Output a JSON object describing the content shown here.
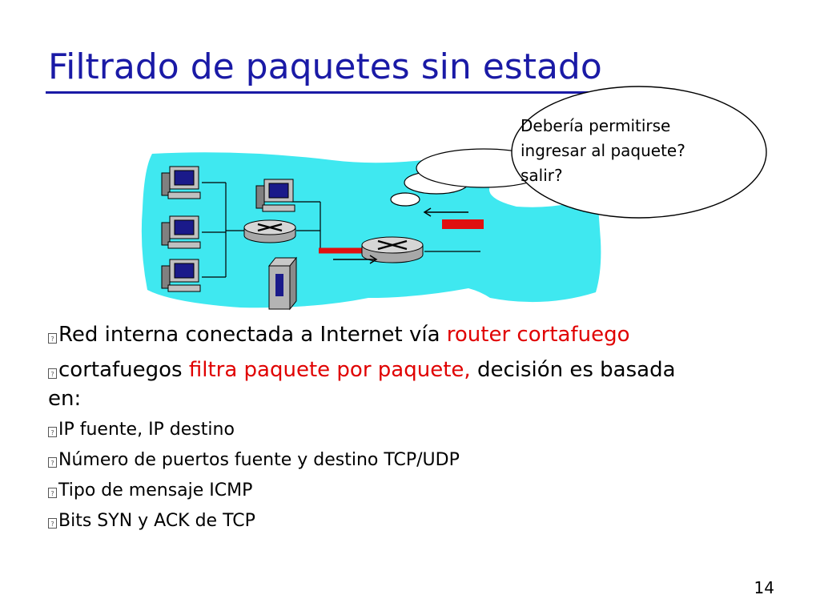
{
  "slide": {
    "title": "Filtrado de paquetes sin estado",
    "page_number": "14"
  },
  "diagram": {
    "thought_bubble": {
      "line1": "Debería permitirse",
      "line2": "ingresar al paquete?",
      "line3": "salir?"
    },
    "colors": {
      "network_fill": "#3fe8f0",
      "packet": "#e01010",
      "link": "#000000"
    }
  },
  "bullets": [
    {
      "segments": [
        {
          "text": "Red interna conectada a Internet vía ",
          "color": "default"
        },
        {
          "text": "router cortafuego",
          "color": "red"
        }
      ]
    },
    {
      "segments": [
        {
          "text": "cortafuegos ",
          "color": "default"
        },
        {
          "text": "filtra paquete por paquete, ",
          "color": "red"
        },
        {
          "text": "decisión es basada en:",
          "color": "default"
        }
      ]
    }
  ],
  "sub_bullets": [
    "IP fuente, IP destino",
    "Número de puertos fuente y destino TCP/UDP",
    "Tipo de mensaje ICMP",
    "Bits SYN y ACK de TCP"
  ]
}
